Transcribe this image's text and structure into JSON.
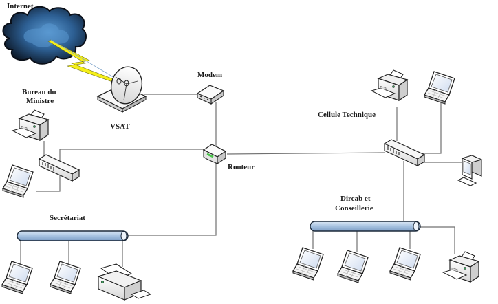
{
  "diagram": {
    "type": "network-topology",
    "colors": {
      "link": "#707070",
      "cloud_dark": "#0e1a2c",
      "cloud_light": "#4a86c0",
      "lightning": "#f5ef1a",
      "bus": "#a9c4e2",
      "router_led": "#49c24a"
    },
    "labels": {
      "internet": "Internet",
      "vsat": "VSAT",
      "modem": "Modem",
      "routeur": "Routeur",
      "bureau_line1": "Bureau du",
      "bureau_line2": "Ministre",
      "secretariat": "Secrétariat",
      "cellule": "Cellule Technique",
      "dircab_line1": "Dircab et",
      "dircab_line2": "Conseillerie"
    },
    "nodes": [
      {
        "id": "internet",
        "kind": "cloud",
        "label": "Internet"
      },
      {
        "id": "vsat",
        "kind": "satellite-dish",
        "label": "VSAT"
      },
      {
        "id": "modem",
        "kind": "modem",
        "label": "Modem"
      },
      {
        "id": "router",
        "kind": "router",
        "label": "Routeur"
      },
      {
        "id": "switch-bureau",
        "kind": "switch",
        "group": "Bureau du Ministre"
      },
      {
        "id": "printer-bureau",
        "kind": "printer",
        "group": "Bureau du Ministre"
      },
      {
        "id": "laptop-bureau",
        "kind": "laptop",
        "group": "Bureau du Ministre"
      },
      {
        "id": "bus-secretariat",
        "kind": "bus",
        "group": "Secrétariat"
      },
      {
        "id": "laptop-sec-1",
        "kind": "laptop",
        "group": "Secrétariat"
      },
      {
        "id": "laptop-sec-2",
        "kind": "laptop",
        "group": "Secrétariat"
      },
      {
        "id": "printer-sec",
        "kind": "printer",
        "group": "Secrétariat"
      },
      {
        "id": "switch-cellule",
        "kind": "switch",
        "group": "Cellule Technique"
      },
      {
        "id": "printer-cellule",
        "kind": "printer",
        "group": "Cellule Technique"
      },
      {
        "id": "laptop-cellule",
        "kind": "laptop",
        "group": "Cellule Technique"
      },
      {
        "id": "desktop-cellule",
        "kind": "desktop",
        "group": "Cellule Technique"
      },
      {
        "id": "bus-dircab",
        "kind": "bus",
        "group": "Dircab et Conseillerie"
      },
      {
        "id": "laptop-dir-1",
        "kind": "laptop",
        "group": "Dircab et Conseillerie"
      },
      {
        "id": "laptop-dir-2",
        "kind": "laptop",
        "group": "Dircab et Conseillerie"
      },
      {
        "id": "laptop-dir-3",
        "kind": "laptop",
        "group": "Dircab et Conseillerie"
      },
      {
        "id": "printer-dir",
        "kind": "printer",
        "group": "Dircab et Conseillerie"
      }
    ],
    "edges": [
      [
        "internet",
        "vsat",
        "wireless"
      ],
      [
        "vsat",
        "modem"
      ],
      [
        "modem",
        "router"
      ],
      [
        "router",
        "switch-bureau"
      ],
      [
        "router",
        "bus-secretariat"
      ],
      [
        "router",
        "switch-cellule"
      ],
      [
        "switch-bureau",
        "printer-bureau"
      ],
      [
        "switch-bureau",
        "laptop-bureau"
      ],
      [
        "bus-secretariat",
        "laptop-sec-1"
      ],
      [
        "bus-secretariat",
        "laptop-sec-2"
      ],
      [
        "bus-secretariat",
        "printer-sec"
      ],
      [
        "switch-cellule",
        "printer-cellule"
      ],
      [
        "switch-cellule",
        "laptop-cellule"
      ],
      [
        "switch-cellule",
        "desktop-cellule"
      ],
      [
        "switch-cellule",
        "bus-dircab"
      ],
      [
        "bus-dircab",
        "laptop-dir-1"
      ],
      [
        "bus-dircab",
        "laptop-dir-2"
      ],
      [
        "bus-dircab",
        "laptop-dir-3"
      ],
      [
        "bus-dircab",
        "printer-dir"
      ]
    ]
  }
}
